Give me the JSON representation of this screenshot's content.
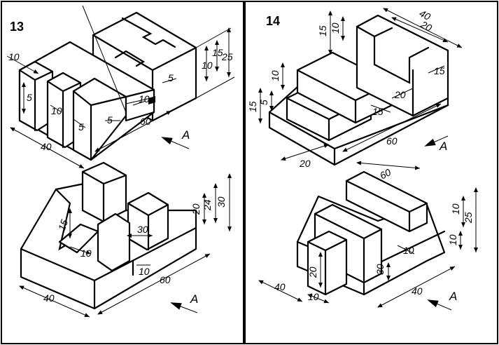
{
  "panels": [
    {
      "number": "13",
      "top": {
        "dims": [
          "10",
          "5",
          "10",
          "5",
          "40",
          "5",
          "10",
          "5",
          "60",
          "10",
          "15",
          "25"
        ],
        "view_label": "A"
      },
      "bottom": {
        "dims": [
          "15",
          "10",
          "30",
          "10",
          "20",
          "24",
          "30",
          "40",
          "60"
        ],
        "view_label": "A"
      }
    },
    {
      "number": "14",
      "top": {
        "dims": [
          "40",
          "20",
          "15",
          "10",
          "10",
          "15",
          "5",
          "15",
          "20",
          "15",
          "60",
          "20"
        ],
        "view_label": "A"
      },
      "bottom": {
        "dims": [
          "60",
          "10",
          "25",
          "10",
          "20",
          "10",
          "10",
          "30",
          "40",
          "40"
        ],
        "view_label": "A"
      }
    }
  ]
}
